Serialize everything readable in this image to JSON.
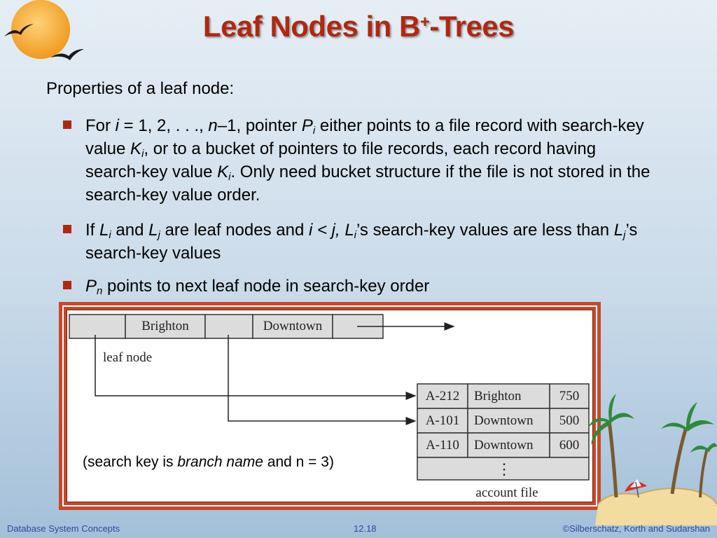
{
  "title": {
    "text": "Leaf Nodes in B",
    "sup": "+",
    "suffix": "-Trees"
  },
  "intro": "Properties of a leaf node:",
  "bullets": {
    "b1": {
      "p1": "For ",
      "i": "i",
      "p2": " = 1, 2, . . ., ",
      "n": "n",
      "p3": "–1, pointer ",
      "P": "P",
      "Psub": "i",
      "p4": " either points to a file record with search-key value ",
      "K1": "K",
      "K1sub": "i",
      "p5": ", or to a bucket of pointers to file records, each record having search-key value ",
      "K2": "K",
      "K2sub": "i",
      "p6": ".  Only need bucket structure if the file is not stored in the search-key value order."
    },
    "b2": {
      "p1": "If ",
      "L1": "L",
      "L1sub": "i",
      "p2": " and ",
      "L2": "L",
      "L2sub": "j",
      "p3": " are leaf nodes and ",
      "cond": "i < j, L",
      "Lsub3": "i",
      "p4": "’s search-key values are less than ",
      "L4": "L",
      "L4sub": "j",
      "p5": "’s search-key values"
    },
    "b3": {
      "P": "P",
      "Psub": "n",
      "p1": " points to next leaf node in search-key order"
    }
  },
  "diagram": {
    "leaf_keys": [
      "Brighton",
      "Downtown"
    ],
    "leaf_label": "leaf node",
    "account_rows": [
      {
        "id": "A-212",
        "branch": "Brighton",
        "balance": "750"
      },
      {
        "id": "A-101",
        "branch": "Downtown",
        "balance": "500"
      },
      {
        "id": "A-110",
        "branch": "Downtown",
        "balance": "600"
      }
    ],
    "ellipsis": "⋮",
    "account_label": "account file"
  },
  "caption": {
    "p1": "(search key is ",
    "i": "branch name",
    "p2": " and n = 3)"
  },
  "footer": {
    "left": "Database System Concepts",
    "mid": "12.18",
    "right": "©Silberschatz, Korth and Sudarshan"
  },
  "colors": {
    "title": "#b0280f",
    "bullet": "#b0280f",
    "frame": "#c7482a",
    "footer": "#2c4a9a"
  },
  "icons": [
    "sun-logo-icon",
    "bird-icon",
    "palm-island-icon"
  ]
}
